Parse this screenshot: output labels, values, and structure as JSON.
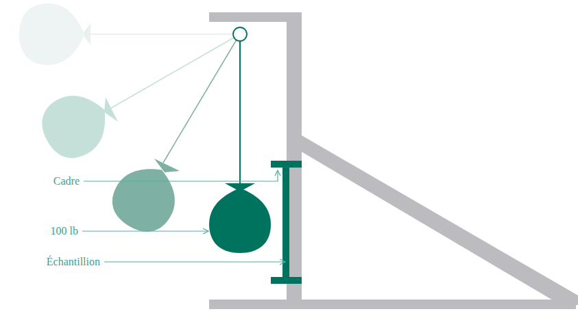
{
  "diagram": {
    "labels": [
      "Cadre",
      "100 lb",
      "Échantillion"
    ]
  }
}
